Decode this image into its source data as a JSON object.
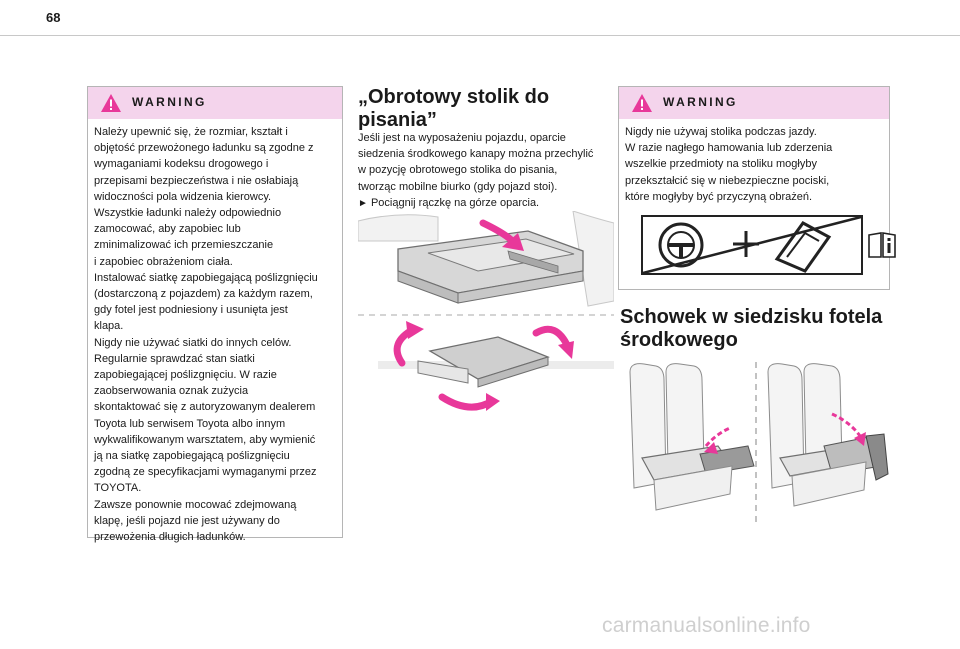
{
  "page": {
    "number": "68",
    "watermark": "carmanualsonline.info"
  },
  "warning1": {
    "title": "WARNING",
    "text": "Należy upewnić się, że rozmiar, kształt i\nobjętość przewożonego ładunku są zgodne z\nwymaganiami kodeksu drogowego i\nprzepisami bezpieczeństwa i nie osłabiają\nwidoczności pola widzenia kierowcy.\nWszystkie ładunki należy odpowiednio\nzamocować, aby zapobiec lub\nzminimalizować ich przemieszczanie\ni zapobiec obrażeniom ciała.\nInstalować siatkę zapobiegającą poślizgnięciu\n(dostarczoną z pojazdem) za każdym razem,\ngdy fotel jest podniesiony i usunięta jest\nklapa.\nNigdy nie używać siatki do innych celów.\nRegularnie sprawdzać stan siatki\nzapobiegającej poślizgnięciu. W razie\nzaobserwowania oznak zużycia\nskontaktować się z autoryzowanym dealerem\nToyota lub serwisem Toyota albo innym\nwykwalifikowanym warsztatem, aby wymienić\nją na siatkę zapobiegającą poślizgnięciu\nzgodną ze specyfikacjami wymaganymi przez\nTOYOTA.\nZawsze ponownie mocować zdejmowaną\nklapę, jeśli pojazd nie jest używany do\nprzewożenia długich ładunków."
  },
  "section1": {
    "title": "„Obrotowy stolik do\npisania”",
    "body": "Jeśli jest na wyposażeniu pojazdu, oparcie\nsiedzenia środkowego kanapy można przechylić\nw pozycję obrotowego stolika do pisania,\ntworząc mobilne biurko (gdy pojazd stoi).",
    "step_marker": "►",
    "step": "Pociągnij rączkę na górze oparcia."
  },
  "warning2": {
    "title": "WARNING",
    "text": "Nigdy nie używaj stolika podczas jazdy.\nW razie nagłego hamowania lub zderzenia\nwszelkie przedmioty na stoliku mogłyby\nprzekształcić się w niebezpieczne pociski,\nktóre mogłyby być przyczyną obrażeń."
  },
  "section2": {
    "title": "Schowek w siedzisku fotela\nśrodkowego"
  },
  "colors": {
    "warning_band": "#f4d4ec",
    "arrow_pink": "#e8389a",
    "rule": "#c8c8c8"
  },
  "icons": [
    "warning-triangle-icon",
    "steering-wheel-prohibited-icon",
    "manual-info-icon"
  ]
}
